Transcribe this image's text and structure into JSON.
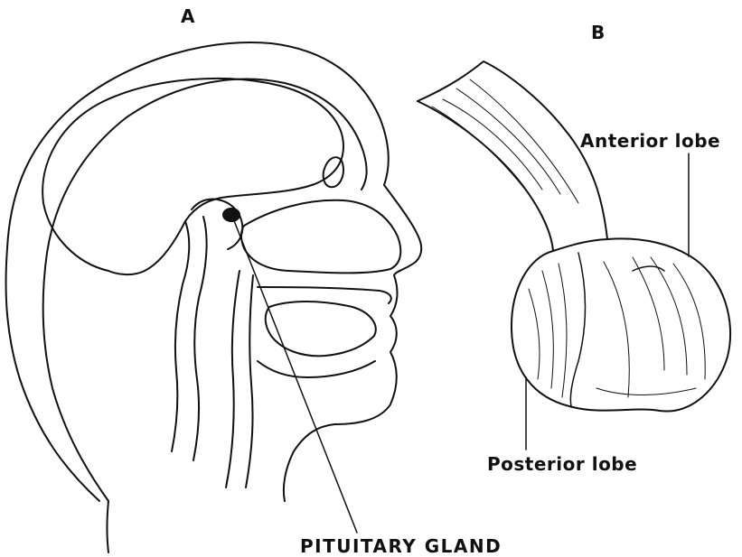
{
  "diagram": {
    "panel_a_label": "A",
    "panel_b_label": "B",
    "anterior_lobe_label": "Anterior lobe",
    "posterior_lobe_label": "Posterior lobe",
    "pituitary_gland_label": "PITUITARY GLAND",
    "stroke_color": "#111111",
    "background_color": "#ffffff"
  }
}
